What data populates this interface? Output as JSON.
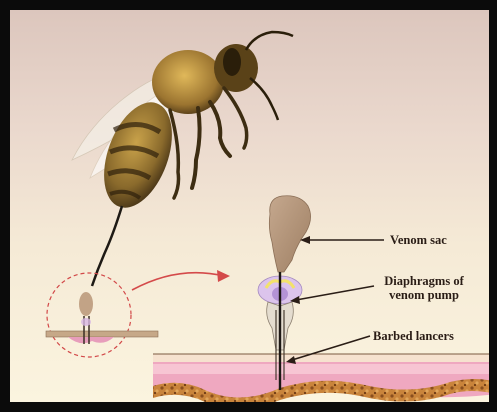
{
  "labels": {
    "venom_sac": "Venom sac",
    "diaphragms_line1": "Diaphragms of",
    "diaphragms_line2": "venom pump",
    "barbed_lancers": "Barbed lancers"
  },
  "colors": {
    "frame": "#0b0b0b",
    "venom_sac": "#b39579",
    "skin_pink": "#e8a6b7",
    "skin_texture": "#b8722e",
    "callout_circle": "#d24848",
    "pointer_arrow": "#d44a4a",
    "bee_body": "#8a6a2c"
  },
  "icons": [
    "bee-illustration",
    "magnifier-circle-icon",
    "pointer-arrow-icon",
    "stinger-apparatus",
    "skin-cross-section"
  ]
}
